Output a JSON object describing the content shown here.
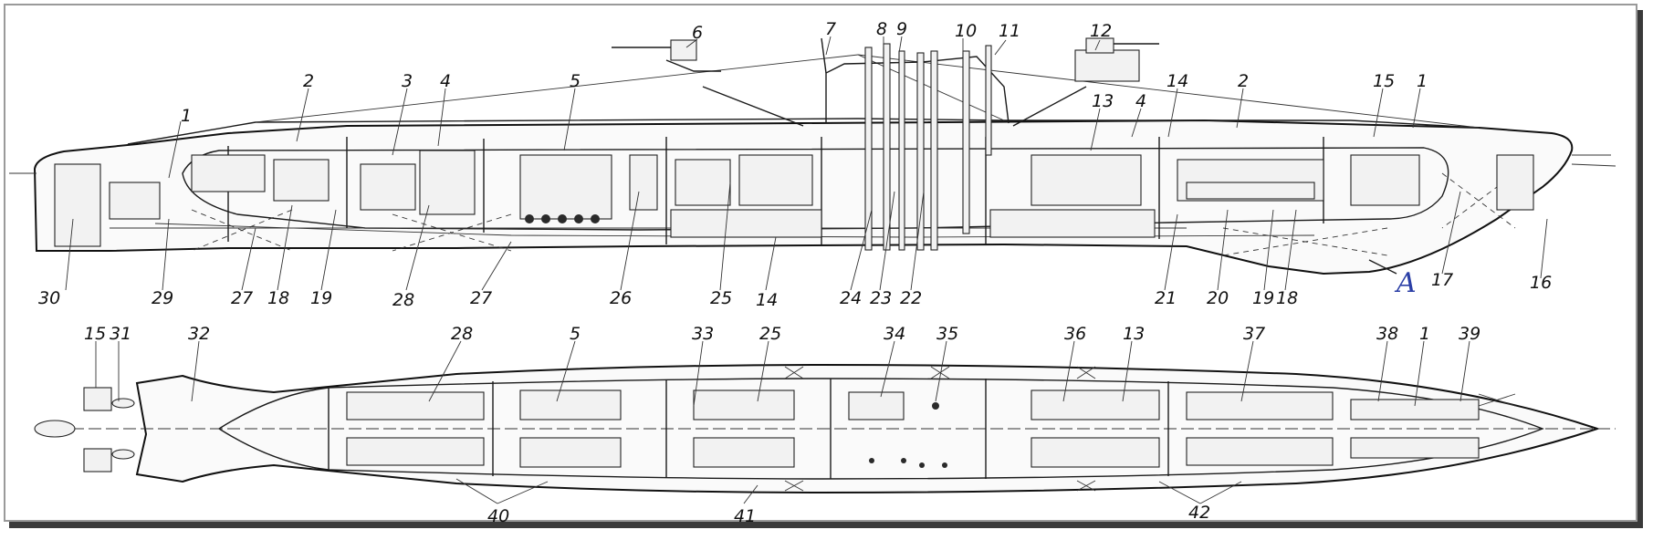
{
  "labels": {
    "side": [
      {
        "t": "6"
      },
      {
        "t": "7"
      },
      {
        "t": "8"
      },
      {
        "t": "9"
      },
      {
        "t": "10"
      },
      {
        "t": "11"
      },
      {
        "t": "12"
      },
      {
        "t": "1"
      },
      {
        "t": "2"
      },
      {
        "t": "3"
      },
      {
        "t": "4"
      },
      {
        "t": "5"
      },
      {
        "t": "14"
      },
      {
        "t": "2"
      },
      {
        "t": "15"
      },
      {
        "t": "1"
      },
      {
        "t": "13"
      },
      {
        "t": "4"
      },
      {
        "t": "30"
      },
      {
        "t": "29"
      },
      {
        "t": "27"
      },
      {
        "t": "18"
      },
      {
        "t": "19"
      },
      {
        "t": "28"
      },
      {
        "t": "27"
      },
      {
        "t": "26"
      },
      {
        "t": "25"
      },
      {
        "t": "14"
      },
      {
        "t": "24"
      },
      {
        "t": "23"
      },
      {
        "t": "22"
      },
      {
        "t": "21"
      },
      {
        "t": "20"
      },
      {
        "t": "19"
      },
      {
        "t": "18"
      },
      {
        "t": "17"
      },
      {
        "t": "16"
      }
    ],
    "plan": [
      {
        "t": "15"
      },
      {
        "t": "31"
      },
      {
        "t": "32"
      },
      {
        "t": "28"
      },
      {
        "t": "5"
      },
      {
        "t": "33"
      },
      {
        "t": "25"
      },
      {
        "t": "34"
      },
      {
        "t": "35"
      },
      {
        "t": "36"
      },
      {
        "t": "13"
      },
      {
        "t": "37"
      },
      {
        "t": "38"
      },
      {
        "t": "1"
      },
      {
        "t": "39"
      },
      {
        "t": "40"
      },
      {
        "t": "41"
      },
      {
        "t": "42"
      }
    ],
    "section_mark": "A"
  }
}
